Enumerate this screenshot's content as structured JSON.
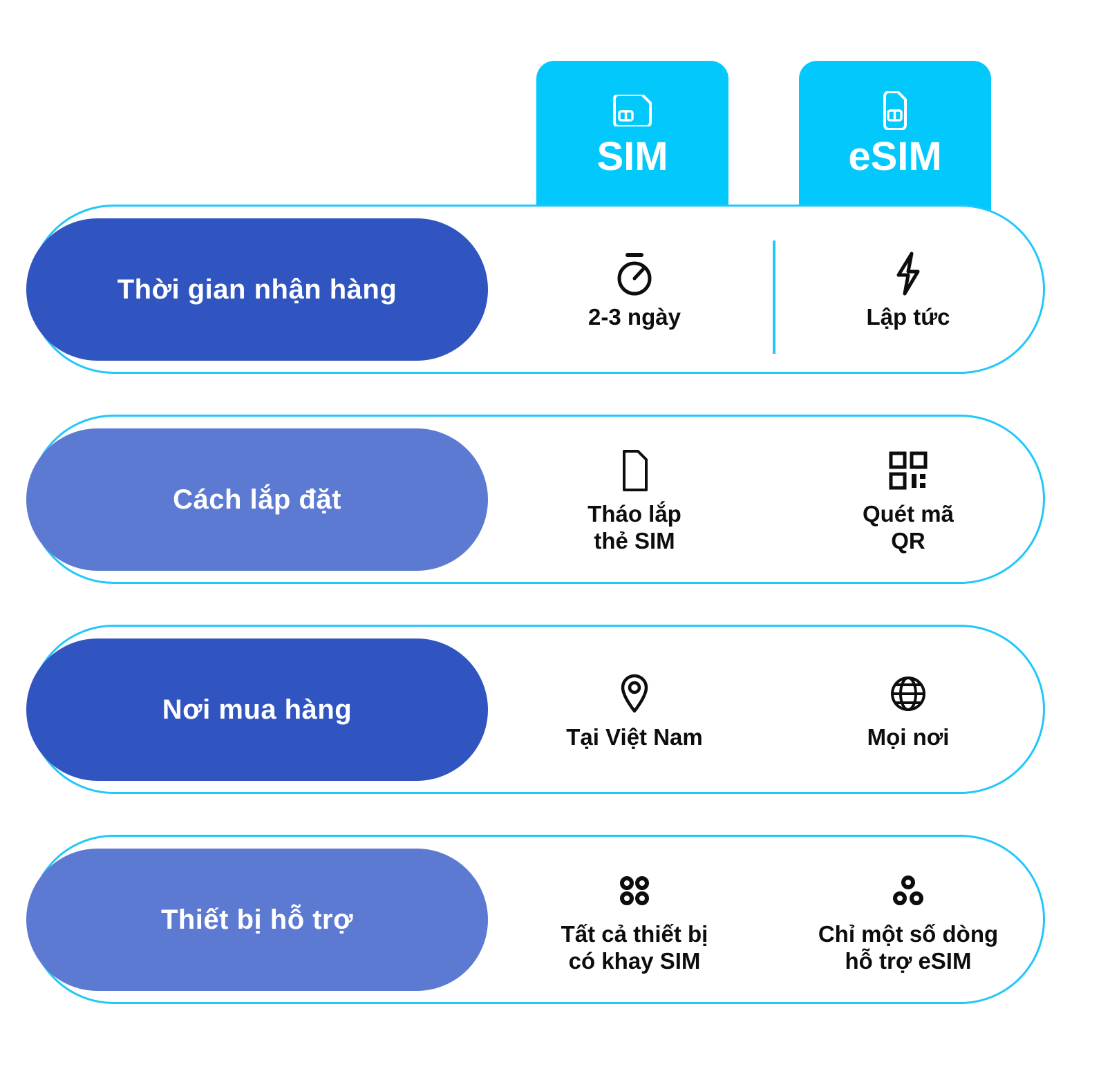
{
  "colors": {
    "cyan": "#03c8fb",
    "frame_border": "#22c7fa",
    "pill_dark": "#3055c0",
    "pill_light": "#5c7ad1",
    "text_dark": "#0d0d0d",
    "white": "#ffffff"
  },
  "header": {
    "tabs": [
      {
        "label": "SIM",
        "icon": "sim-card-icon"
      },
      {
        "label": "eSIM",
        "icon": "esim-chip-icon"
      }
    ]
  },
  "rows": [
    {
      "label": "Thời gian nhận hàng",
      "pill_style": "dark",
      "divider": true,
      "sim": {
        "icon": "stopwatch-icon",
        "text": "2-3 ngày"
      },
      "esim": {
        "icon": "lightning-bolt-icon",
        "text": "Lập tức"
      }
    },
    {
      "label": "Cách lắp đặt",
      "pill_style": "light",
      "divider": false,
      "sim": {
        "icon": "sim-card-document-icon",
        "text": "Tháo lắp\nthẻ SIM"
      },
      "esim": {
        "icon": "qr-code-icon",
        "text": "Quét mã\nQR"
      }
    },
    {
      "label": "Nơi mua hàng",
      "pill_style": "dark",
      "divider": false,
      "sim": {
        "icon": "location-pin-icon",
        "text": "Tại Việt Nam"
      },
      "esim": {
        "icon": "globe-icon",
        "text": "Mọi nơi"
      }
    },
    {
      "label": "Thiết bị hỗ trợ",
      "pill_style": "light",
      "divider": false,
      "sim": {
        "icon": "four-dots-grid-icon",
        "text": "Tất cả thiết bị\ncó khay SIM"
      },
      "esim": {
        "icon": "three-dots-cluster-icon",
        "text": "Chỉ một số dòng\nhỗ trợ eSIM"
      }
    }
  ]
}
